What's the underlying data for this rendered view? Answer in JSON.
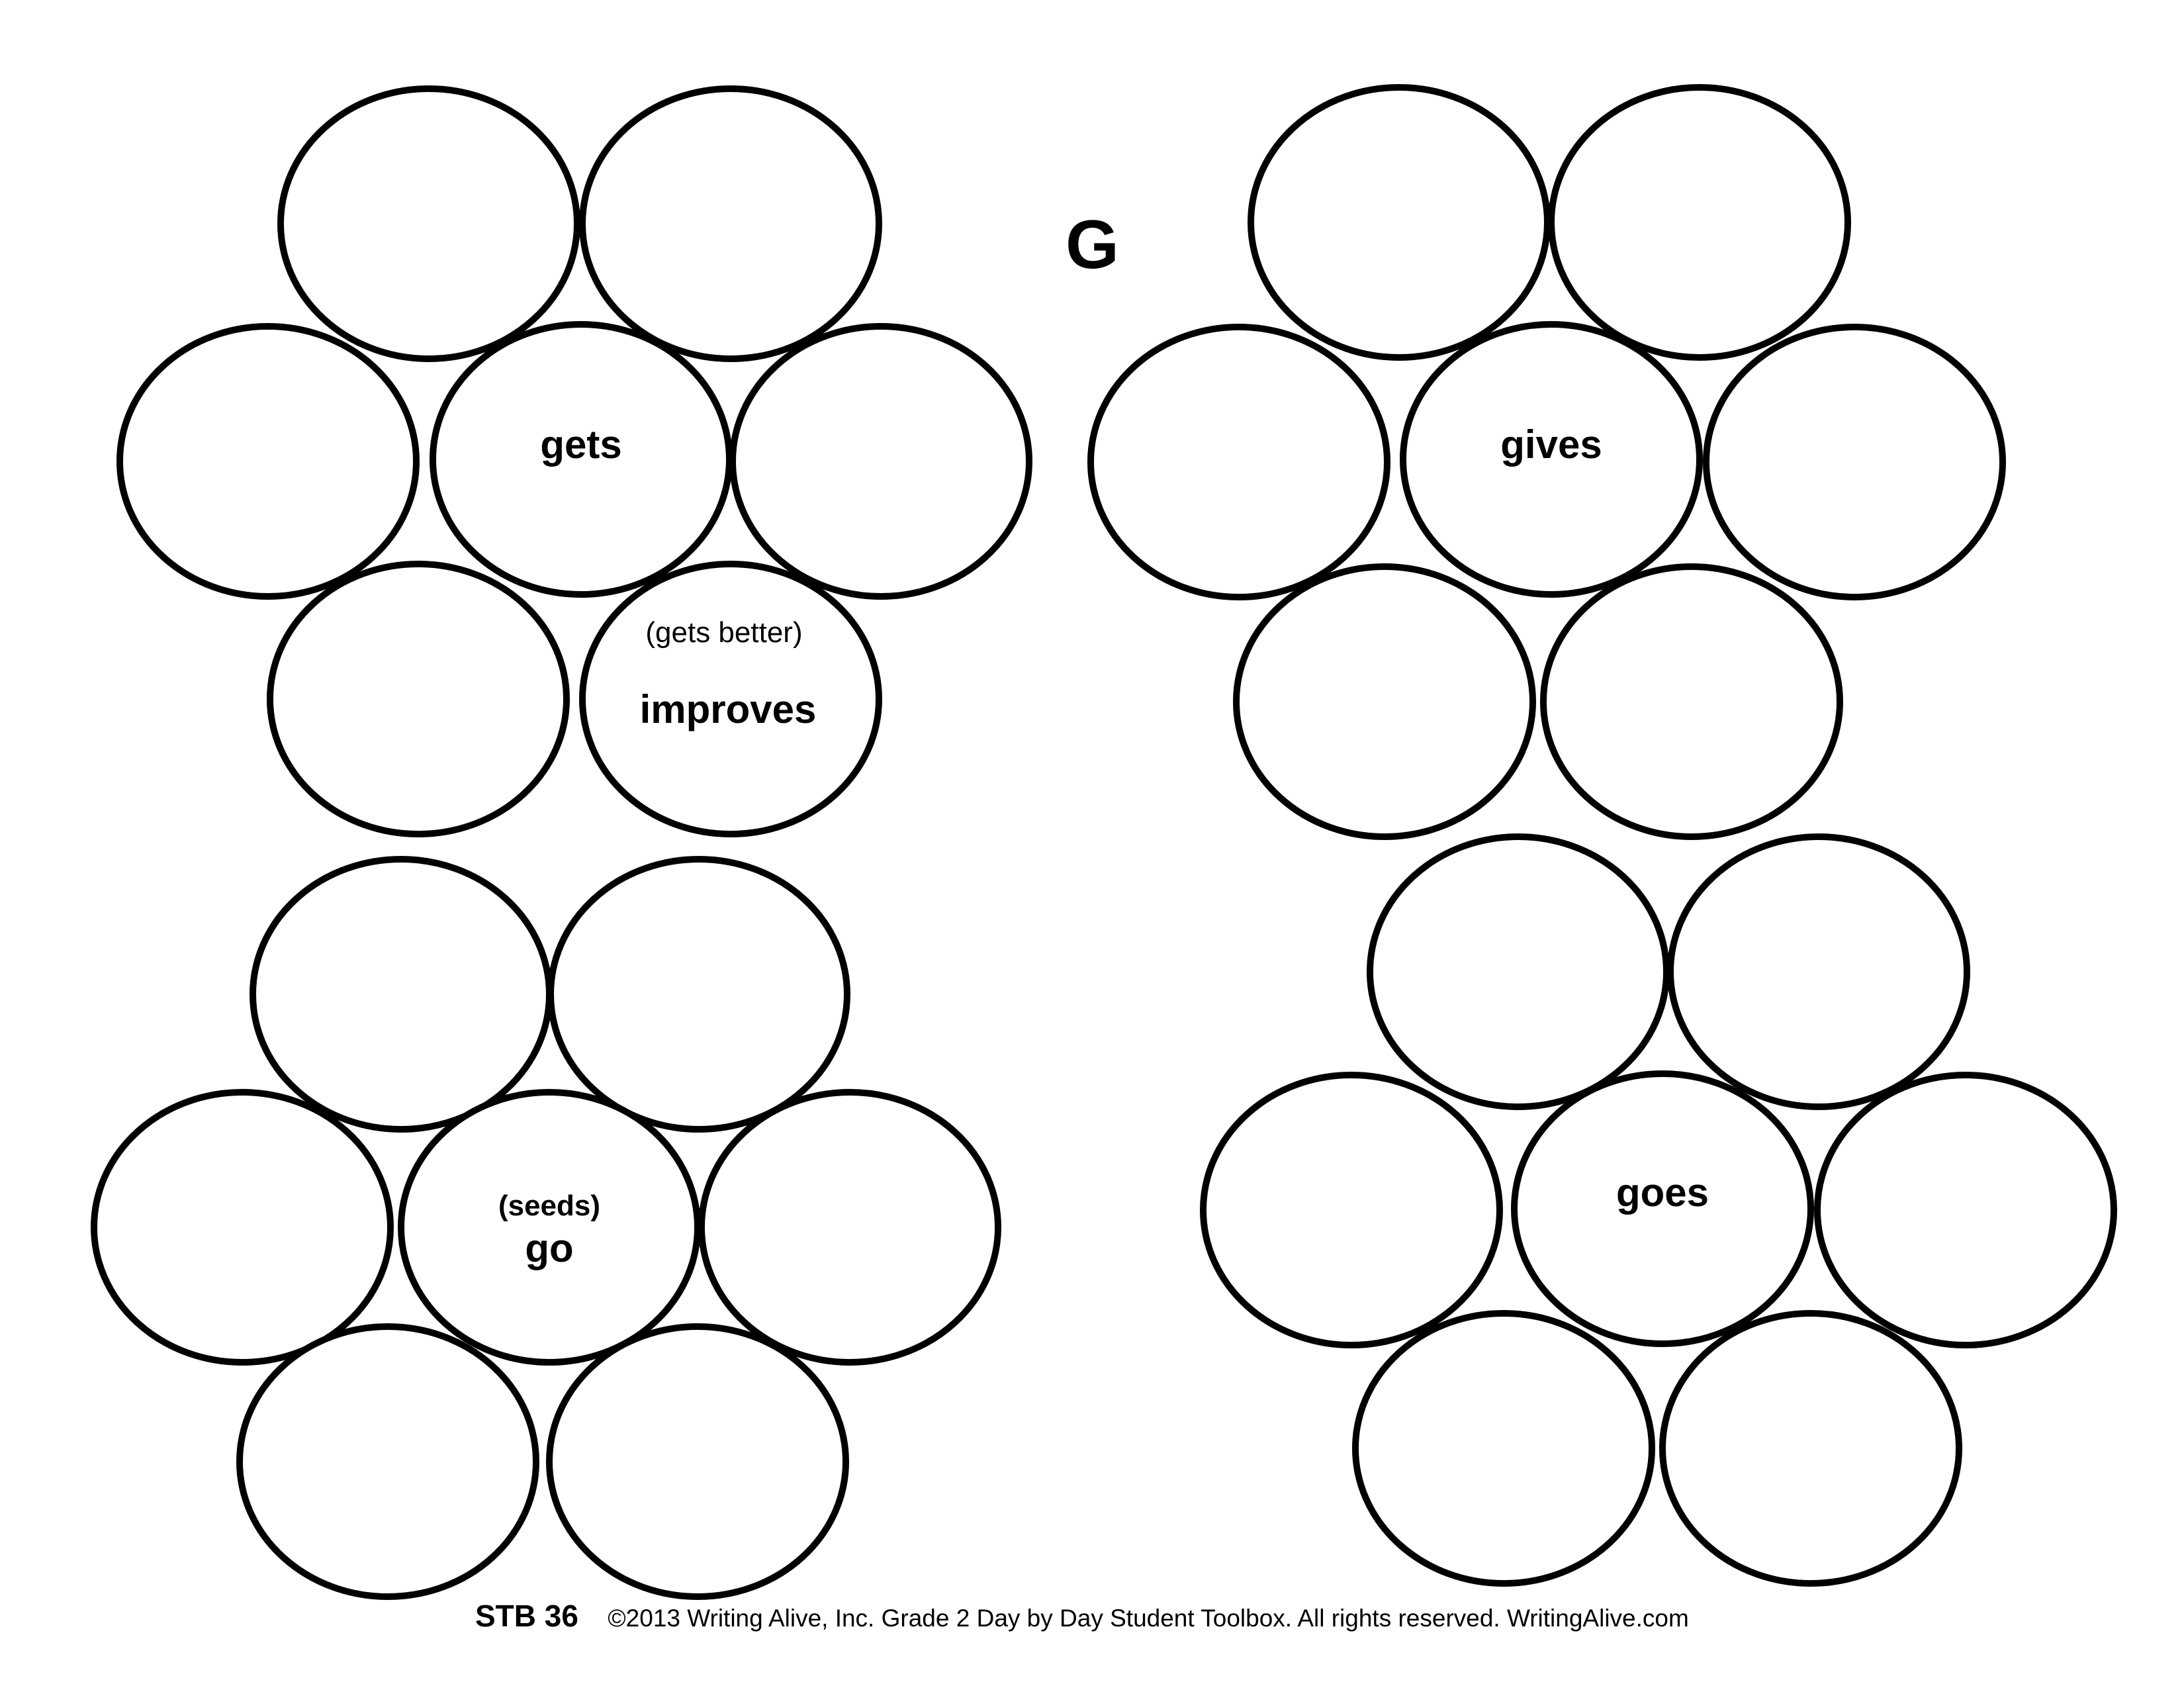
{
  "page": {
    "letter": "G"
  },
  "clusters": [
    {
      "id": "gets",
      "center_word": "gets",
      "extra_word": "improves",
      "extra_hint": "(gets better)"
    },
    {
      "id": "gives",
      "center_word": "gives"
    },
    {
      "id": "go",
      "center_word": "go",
      "center_hint": "(seeds)"
    },
    {
      "id": "goes",
      "center_word": "goes"
    }
  ],
  "footer": {
    "code": "STB 36",
    "copyright": "©2013 Writing Alive, Inc. Grade 2 Day by Day Student Toolbox. All rights reserved. WritingAlive.com"
  },
  "colors": {
    "ink": "#000000",
    "paper": "#ffffff"
  }
}
